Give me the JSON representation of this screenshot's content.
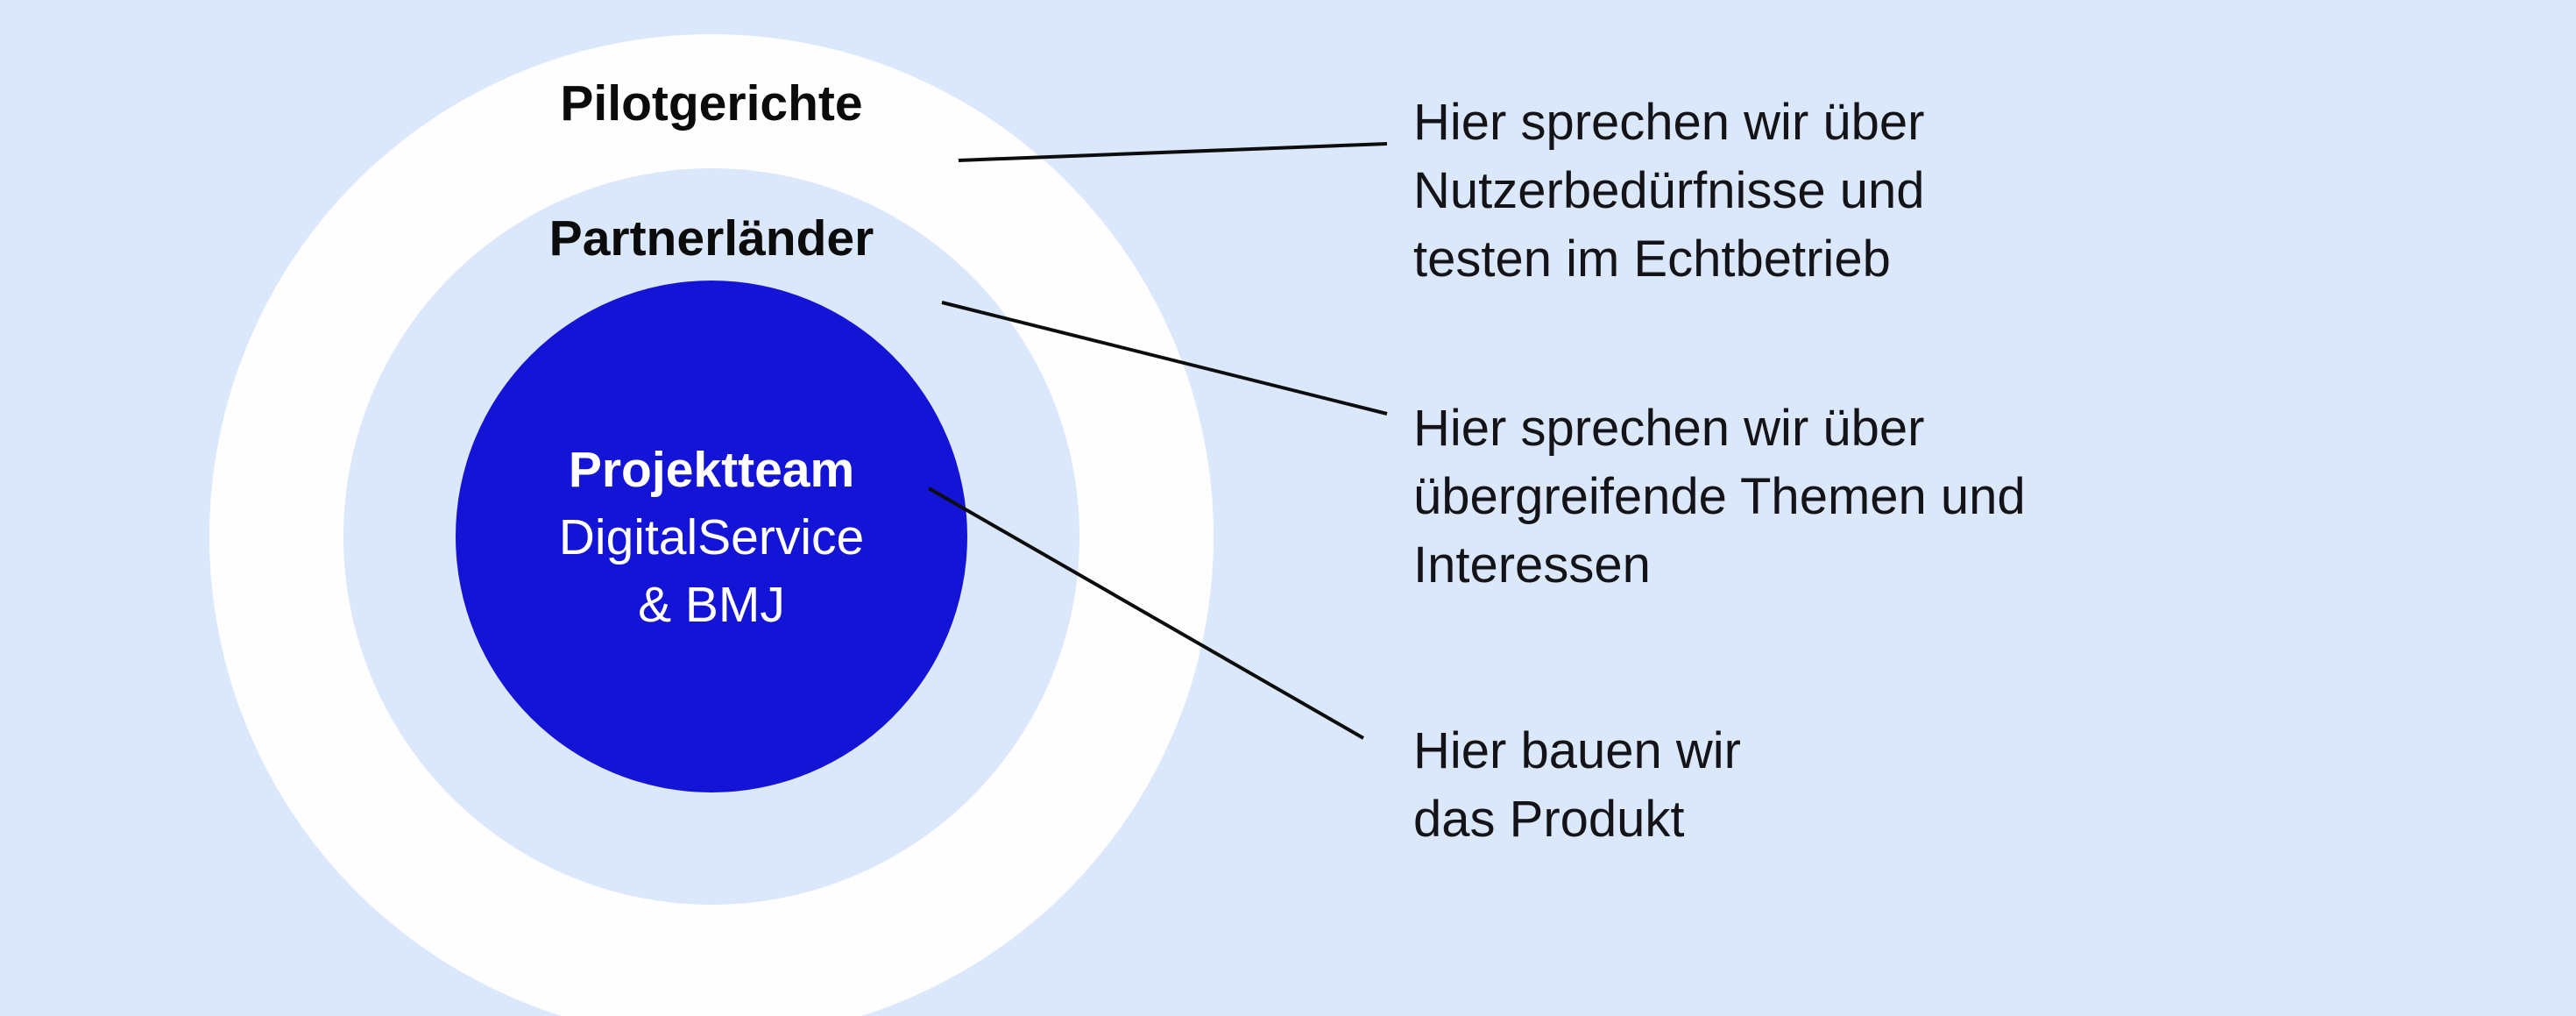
{
  "diagram": {
    "colors": {
      "background": "#dbe8fb",
      "outer_ring": "#fefefe",
      "middle_ring": "#dbe8fb",
      "inner_circle": "#1414d6",
      "heading_text": "#0b0b0c",
      "annotation_text": "#141418",
      "center_text": "#ffffff",
      "connector_line": "#0d0d0d"
    },
    "rings": [
      {
        "label": "Pilotgerichte"
      },
      {
        "label": "Partnerländer"
      }
    ],
    "center": {
      "title": "Projektteam",
      "subtitle_line1": "DigitalService",
      "subtitle_line2": "& BMJ"
    },
    "annotations": [
      {
        "text": "Hier sprechen wir über\nNutzerbedürfnisse und\ntesten im Echtbetrieb"
      },
      {
        "text": "Hier sprechen wir über\nübergreifende Themen und\nInteressen"
      },
      {
        "text": "Hier bauen wir\ndas Produkt"
      }
    ]
  }
}
